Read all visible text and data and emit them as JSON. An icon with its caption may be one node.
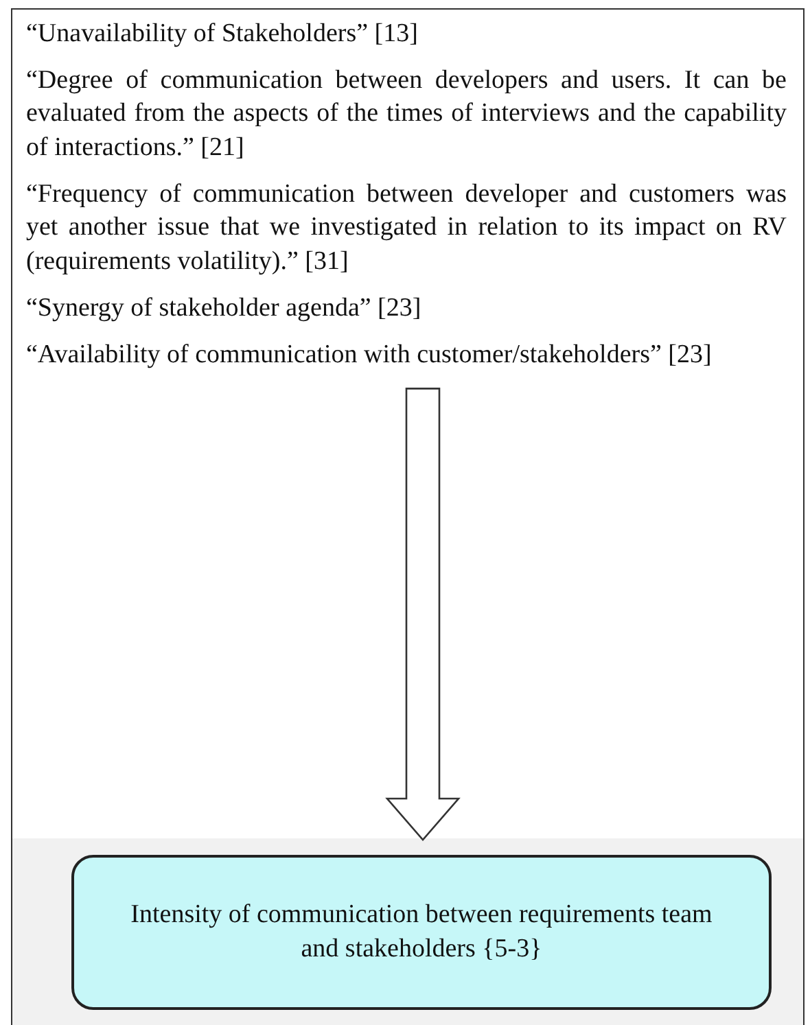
{
  "diagram": {
    "nodes": [
      {
        "text": [
          "“Unavailability of Stakeholders” [13]",
          "“Degree of communication between developers and users. It can be evaluated from the aspects of the times of interviews and the capability of interactions.” [21]",
          "“Frequency of communication between developer and customers was yet another issue that we investigated in relation to its impact on RV (requirements volatility).” [31]",
          "“Synergy of stakeholder agenda” [23]",
          "“Availability of communication with customer/stakeholders” [23]"
        ]
      },
      {
        "text": [
          "Intensity of communication between requirements team and stakeholders {5-3}"
        ]
      }
    ],
    "edges": [
      {
        "from": 0,
        "to": 1,
        "arrow": "to",
        "style": "thick"
      }
    ]
  }
}
